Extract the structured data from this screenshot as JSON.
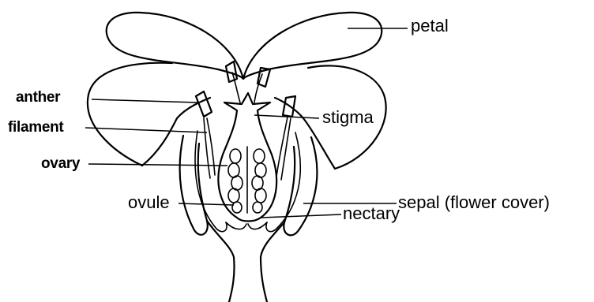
{
  "labels": {
    "petal": "petal",
    "anther": "anther",
    "filament": "filament",
    "ovary": "ovary",
    "ovule": "ovule",
    "stigma": "stigma",
    "sepal": "sepal (flower cover)",
    "nectary": "nectary"
  },
  "colors": {
    "stroke": "#000000",
    "background": "#ffffff"
  }
}
